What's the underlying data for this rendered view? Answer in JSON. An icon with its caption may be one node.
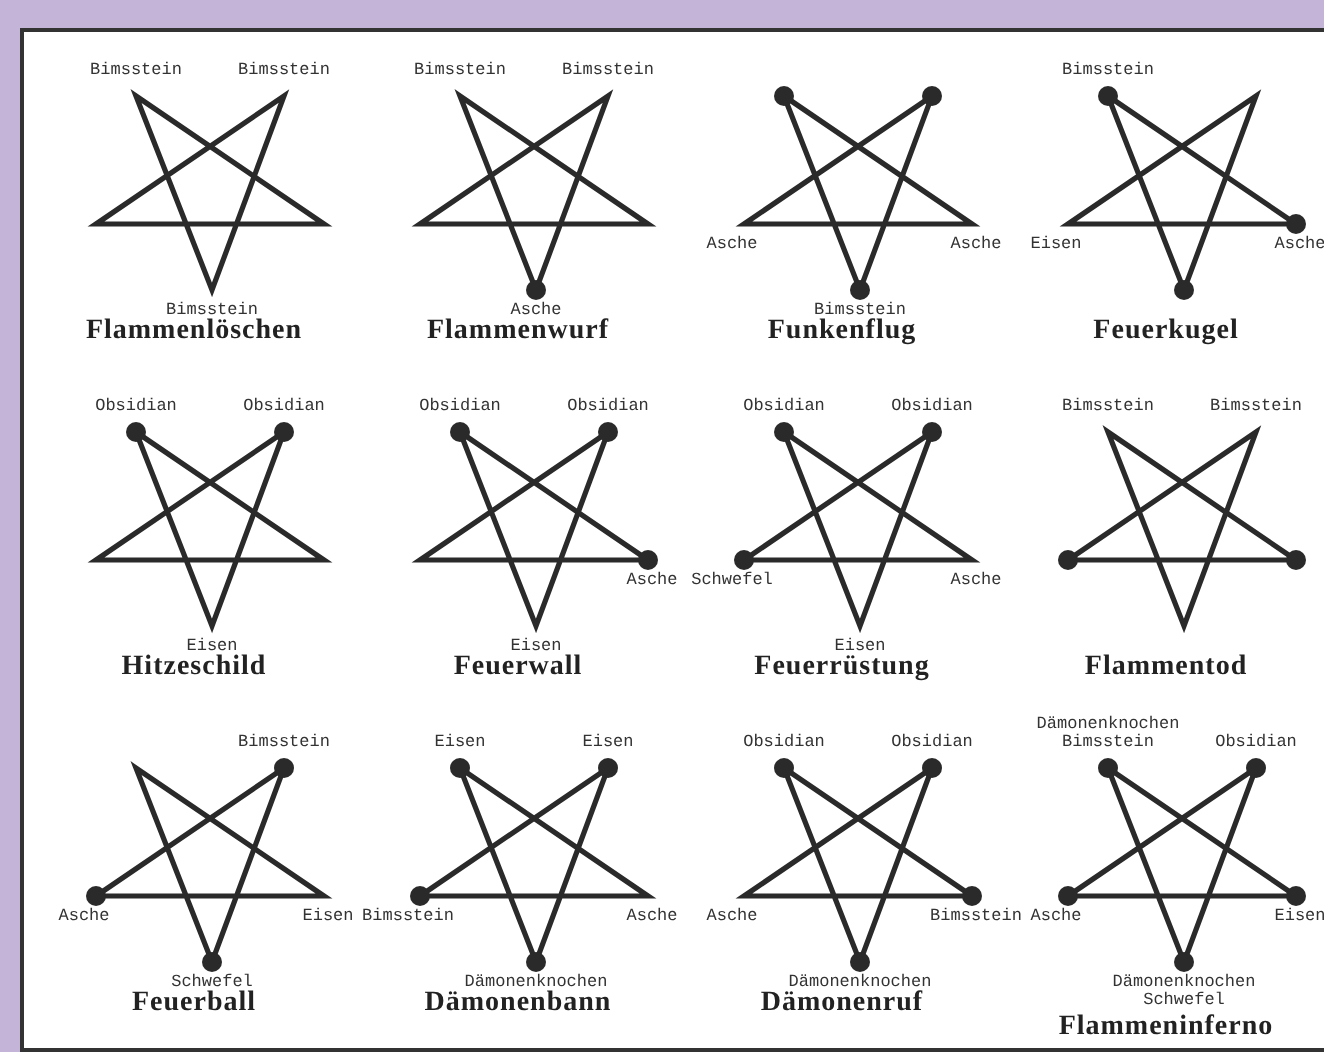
{
  "diagram": {
    "nodes": [
      {
        "text": [
          "Flammenlöschen"
        ],
        "beside": [
          "Bimsstein",
          "Bimsstein",
          "Bimsstein"
        ]
      },
      {
        "text": [
          "Flammenwurf"
        ],
        "beside": [
          "Bimsstein",
          "Bimsstein",
          "Asche"
        ]
      },
      {
        "text": [
          "Funkenflug"
        ],
        "beside": [
          "Asche",
          "Asche",
          "Bimsstein"
        ]
      },
      {
        "text": [
          "Feuerkugel"
        ],
        "beside": [
          "Bimsstein",
          "Eisen",
          "Asche"
        ]
      },
      {
        "text": [
          "Hitzeschild"
        ],
        "beside": [
          "Obsidian",
          "Obsidian",
          "Eisen"
        ]
      },
      {
        "text": [
          "Feuerwall"
        ],
        "beside": [
          "Obsidian",
          "Obsidian",
          "Asche",
          "Eisen"
        ]
      },
      {
        "text": [
          "Feuerrüstung"
        ],
        "beside": [
          "Obsidian",
          "Obsidian",
          "Schwefel",
          "Asche",
          "Eisen"
        ]
      },
      {
        "text": [
          "Flammentod"
        ],
        "beside": [
          "Bimsstein",
          "Bimsstein"
        ]
      },
      {
        "text": [
          "Feuerball"
        ],
        "beside": [
          "Bimsstein",
          "Asche",
          "Eisen",
          "Schwefel"
        ]
      },
      {
        "text": [
          "Dämonenbann"
        ],
        "beside": [
          "Eisen",
          "Eisen",
          "Bimsstein",
          "Asche",
          "Dämonenknochen"
        ]
      },
      {
        "text": [
          "Dämonenruf"
        ],
        "beside": [
          "Obsidian",
          "Obsidian",
          "Asche",
          "Bimsstein",
          "Dämonenknochen"
        ]
      },
      {
        "text": [
          "Flammeninferno"
        ],
        "beside": [
          "Dämonenknochen",
          "Bimsstein",
          "Obsidian",
          "Asche",
          "Eisen",
          "Dämonenknochen",
          "Schwefel"
        ]
      }
    ]
  }
}
